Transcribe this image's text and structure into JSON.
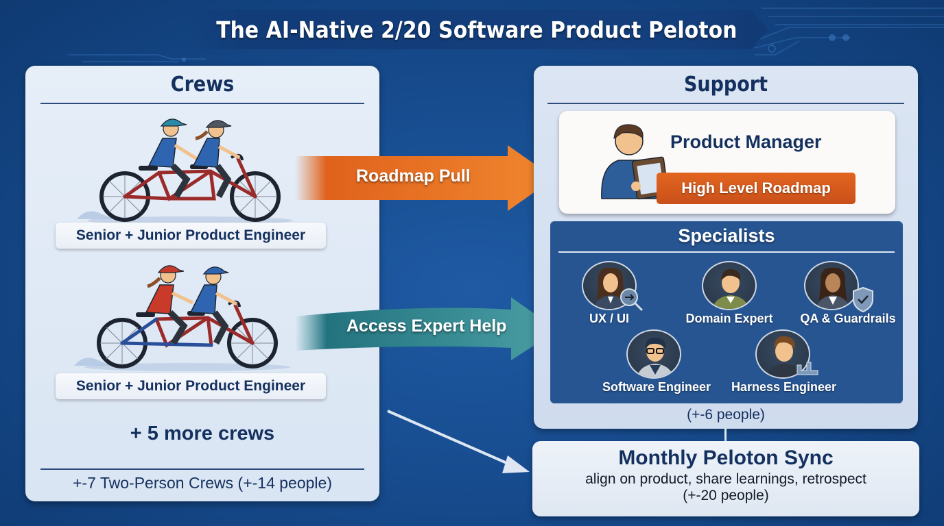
{
  "title": "The AI-Native 2/20 Software Product Peloton",
  "colors": {
    "background": "#174c8f",
    "panel": "#e3ecf7",
    "heading_text": "#14305e",
    "roadmap_arrow": "#e8691f",
    "expert_arrow": "#2f8e96",
    "specialists_bg": "#265592",
    "badge": "#d7581c"
  },
  "crews": {
    "heading": "Crews",
    "items": [
      {
        "label": "Senior + Junior Product Engineer",
        "illustration": "tandem-bicycle-icon"
      },
      {
        "label": "Senior + Junior Product Engineer",
        "illustration": "tandem-bicycle-icon"
      }
    ],
    "more": "+ 5 more crews",
    "footer_main": "+-7 Two-Person Crews",
    "footer_count": "(+-14 people)"
  },
  "arrows": {
    "roadmap": "Roadmap Pull",
    "expert": "Access Expert Help"
  },
  "support": {
    "heading": "Support",
    "product_manager": {
      "title": "Product Manager",
      "badge": "High Level Roadmap",
      "icon": "person-clipboard-icon"
    },
    "specialists": {
      "heading": "Specialists",
      "items": [
        {
          "name": "UX / UI",
          "icon": "magnifier-icon"
        },
        {
          "name": "Domain Expert",
          "icon": ""
        },
        {
          "name": "QA & Guardrails",
          "icon": "shield-check-icon"
        },
        {
          "name": "Software Engineer",
          "icon": "glasses-icon"
        },
        {
          "name": "Harness Engineer",
          "icon": "harness-icon"
        }
      ]
    },
    "count": "(+-6 people)"
  },
  "sync": {
    "title": "Monthly Peloton Sync",
    "description": "align on product, share learnings, retrospect",
    "count": "(+-20 people)"
  }
}
